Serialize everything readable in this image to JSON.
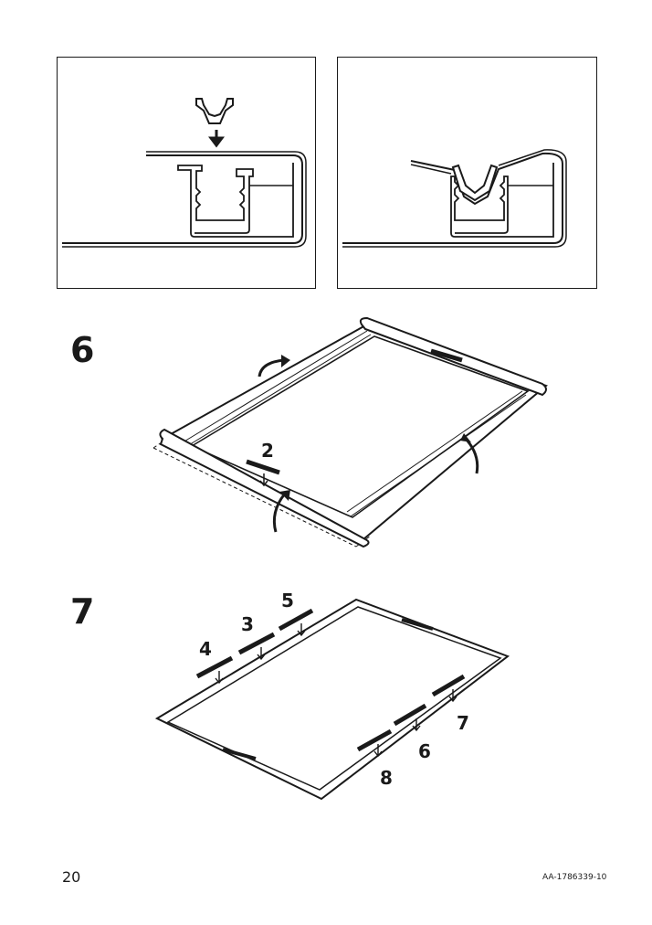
{
  "steps": [
    {
      "number": "6",
      "callouts": [
        "2"
      ]
    },
    {
      "number": "7",
      "callouts": [
        "4",
        "3",
        "5",
        "8",
        "6",
        "7"
      ]
    }
  ],
  "footer": {
    "page_number": "20",
    "doc_code": "AA-1786339-10"
  }
}
